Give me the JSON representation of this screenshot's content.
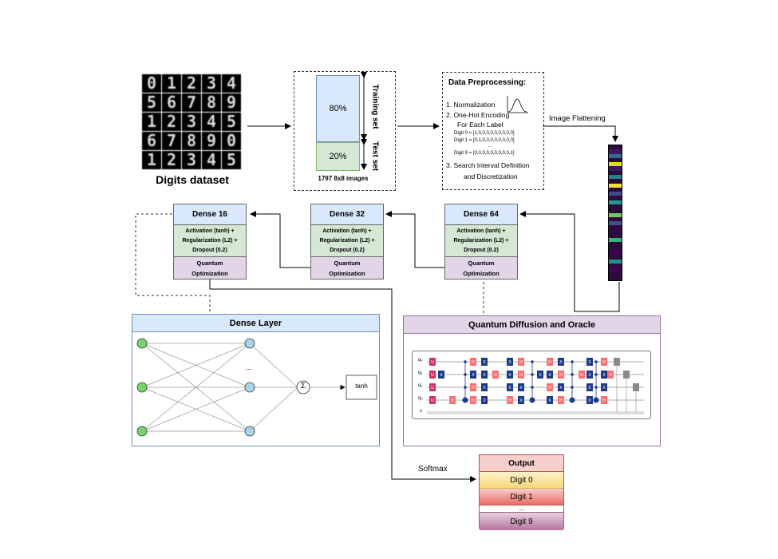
{
  "dataset": {
    "label": "Digits dataset",
    "digits": [
      "0",
      "1",
      "2",
      "3",
      "4",
      "5",
      "6",
      "7",
      "8",
      "9",
      "1",
      "2",
      "3",
      "4",
      "5",
      "6",
      "7",
      "8",
      "9",
      "0",
      "1",
      "2",
      "3",
      "4",
      "5"
    ]
  },
  "split": {
    "train_percent": "80%",
    "test_percent": "20%",
    "train_label": "Training set",
    "test_label": "Test set",
    "caption": "1797 8x8 images"
  },
  "preprocessing": {
    "title": "Data Preprocessing:",
    "step1": "1. Normalization",
    "step2": "2. One-Hot Encoding",
    "step2b": "For Each Label",
    "digit0": "Digit 0 = [1,0,0,0,0,0,0,0,0,0]",
    "digit1": "Digit 1 = [0,1,0,0,0,0,0,0,0,0]",
    "ellipsis": "...",
    "digit9": "Digit 9 = [0,0,0,0,0,0,0,0,0,1]",
    "step3": "3. Search Interval Definition",
    "step3b": "and Discretization"
  },
  "flatten_label": "Image Flattening",
  "layers": [
    {
      "title": "Dense 64",
      "activation": "Activation (tanh) +",
      "regularization": "Regularization (L2) +",
      "dropout": "Dropout (0.2)",
      "quantum1": "Quantum",
      "quantum2": "Optimization"
    },
    {
      "title": "Dense 32",
      "activation": "Activation (tanh) +",
      "regularization": "Regularization (L2) +",
      "dropout": "Dropout (0.2)",
      "quantum1": "Quantum",
      "quantum2": "Optimization"
    },
    {
      "title": "Dense 16",
      "activation": "Activation (tanh) +",
      "regularization": "Regularization (L2) +",
      "dropout": "Dropout (0.2)",
      "quantum1": "Quantum",
      "quantum2": "Optimization"
    }
  ],
  "dense_panel": {
    "title": "Dense Layer",
    "sum_symbol": "Σ",
    "activation": "tanh",
    "ellipsis": "..."
  },
  "quantum_panel": {
    "title": "Quantum Diffusion and Oracle",
    "qubits": [
      "q₀",
      "q₁",
      "q₂",
      "q₃"
    ],
    "classical": "c",
    "gate_h": "H",
    "gate_x": "X",
    "gate_u": "U"
  },
  "softmax_label": "Softmax",
  "output": {
    "title": "Output",
    "items": [
      "Digit 0",
      "Digit 1",
      "...",
      "Digit 9"
    ]
  },
  "colors": {
    "blue_header": "#dae8fc",
    "green_body": "#d5e8d4",
    "purple_body": "#e1d5e7",
    "output_red": "#f8cecc",
    "digit0_yellow": "#fff2cc",
    "digit1_red": "#f19c99",
    "digit9_purple": "#cda2be"
  }
}
